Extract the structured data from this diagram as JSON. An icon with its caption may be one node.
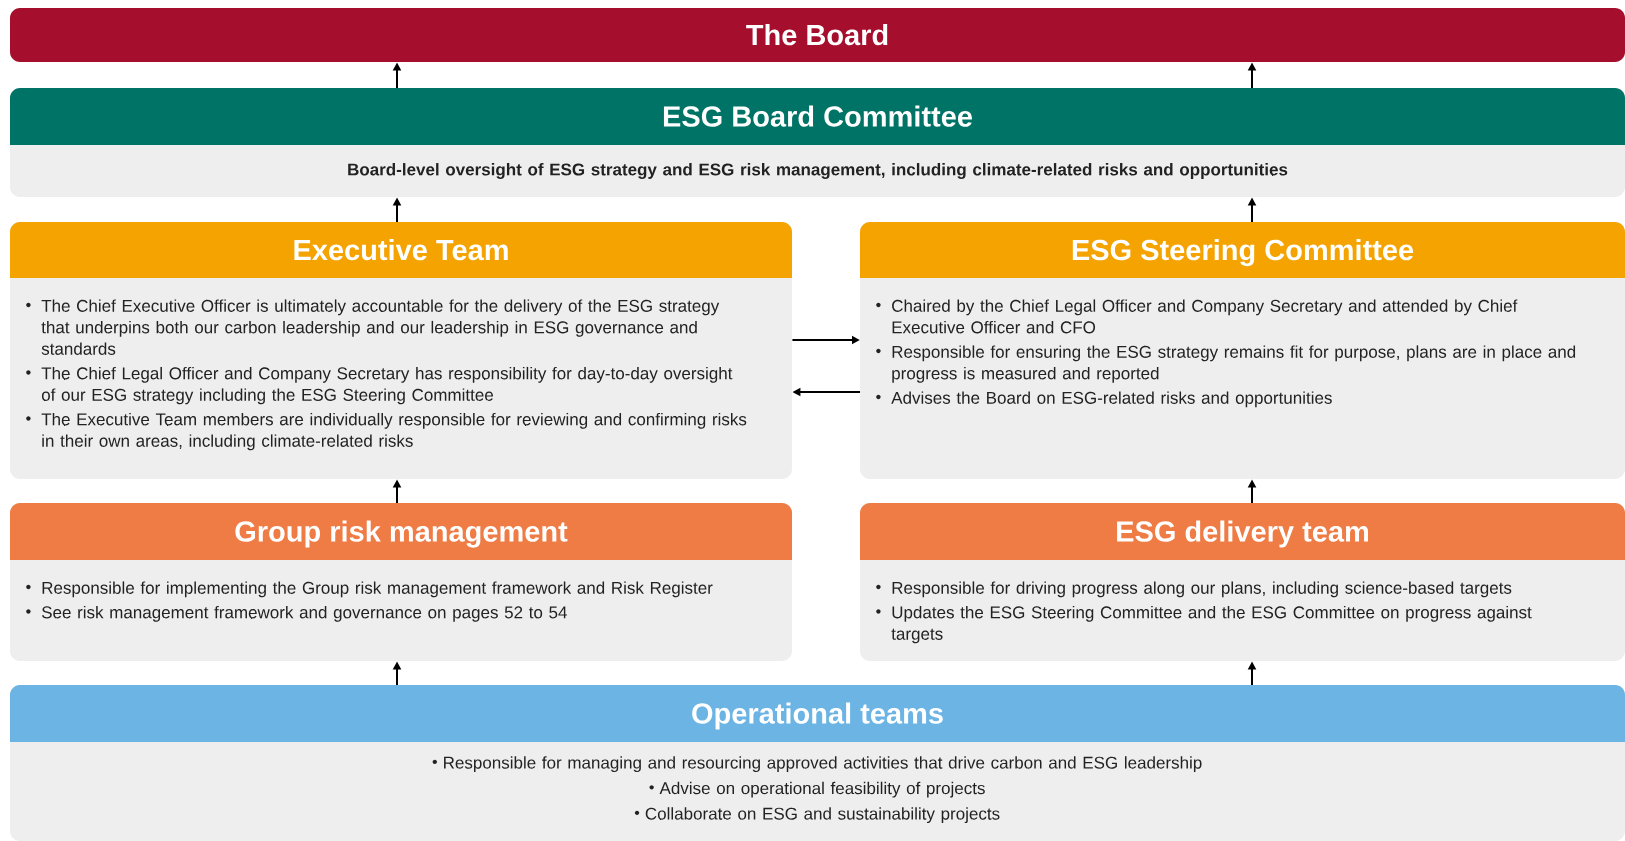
{
  "diagram": {
    "nodes": [
      {
        "text": [
          "The Board"
        ]
      },
      {
        "text": [
          "ESG Board Committee",
          "Board-level oversight of ESG strategy and ESG risk management, including climate-related risks and opportunities"
        ]
      },
      {
        "text": [
          "Executive Team",
          "The Chief Executive Officer is ultimately accountable for the delivery of the ESG strategy that underpins both our carbon leadership and our leadership in ESG governance and standards",
          "The Chief Legal Officer and Company Secretary has responsibility for day-to-day oversight of our ESG strategy including the ESG Steering Committee",
          "The Executive Team members are individually responsible for reviewing and confirming risks in their own areas, including climate-related risks"
        ]
      },
      {
        "text": [
          "ESG Steering Committee",
          "Chaired by the Chief Legal Officer and Company Secretary and attended by Chief Executive Officer and CFO",
          "Responsible for ensuring the ESG strategy remains fit for purpose, plans are in place and progress is measured and reported",
          "Advises the Board on ESG-related risks and opportunities"
        ]
      },
      {
        "text": [
          "Group risk management",
          "Responsible for implementing the Group risk management framework and Risk Register",
          "See risk management framework and governance on pages 52 to 54"
        ]
      },
      {
        "text": [
          "ESG delivery team",
          "Responsible for driving progress along our plans, including science-based targets",
          "Updates the ESG Steering Committee and the ESG Committee on progress against targets"
        ]
      },
      {
        "text": [
          "Operational teams",
          "Responsible for managing and resourcing approved activities that drive carbon and ESG leadership",
          "Advise on operational feasibility of projects",
          "Collaborate on ESG and sustainability projects"
        ]
      }
    ],
    "edges": [
      {
        "from": 1,
        "to": 0,
        "arrow": "to"
      },
      {
        "from": 1,
        "to": 0,
        "arrow": "to"
      },
      {
        "from": 2,
        "to": 1,
        "arrow": "to"
      },
      {
        "from": 3,
        "to": 1,
        "arrow": "to"
      },
      {
        "from": 2,
        "to": 3,
        "arrow": "to"
      },
      {
        "from": 3,
        "to": 2,
        "arrow": "to"
      },
      {
        "from": 4,
        "to": 2,
        "arrow": "to"
      },
      {
        "from": 5,
        "to": 3,
        "arrow": "to"
      },
      {
        "from": 6,
        "to": 4,
        "arrow": "to"
      },
      {
        "from": 6,
        "to": 5,
        "arrow": "to"
      }
    ]
  }
}
